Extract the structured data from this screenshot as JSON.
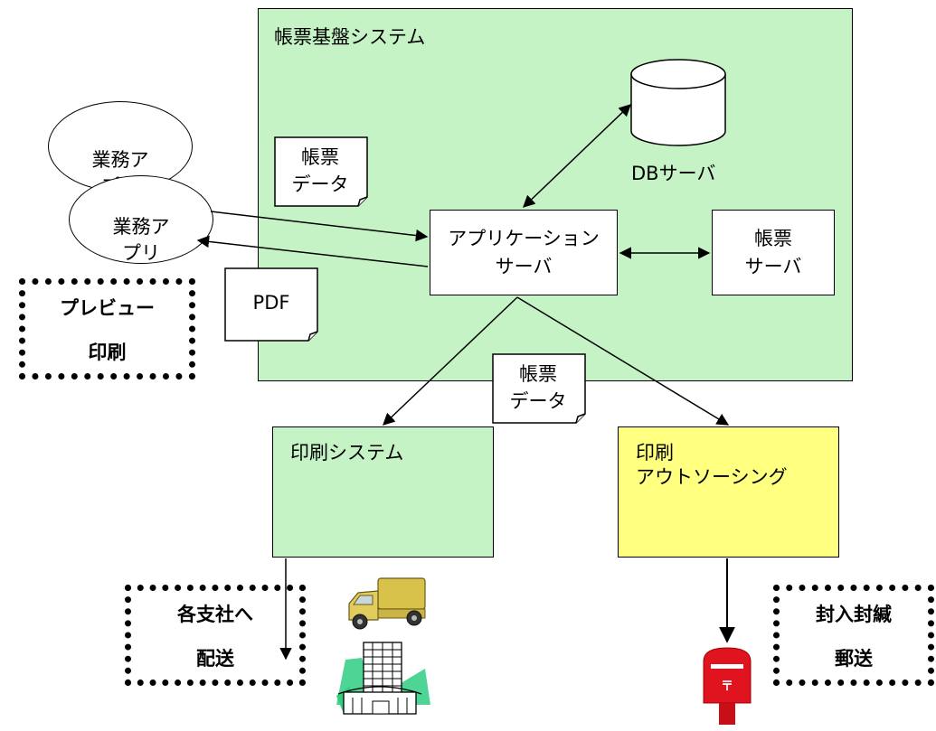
{
  "regions": {
    "platform": "帳票基盤システム",
    "print_system": "印刷システム",
    "outsourcing": "印刷\nアウトソーシング"
  },
  "nodes": {
    "app_back": "業務ア\nプリ",
    "app_front": "業務ア\nプリ",
    "app_server": "アプリケーション\nサーバ",
    "report_server": "帳票\nサーバ",
    "db_label": "DBサーバ"
  },
  "documents": {
    "report_data_1": "帳票\nデータ",
    "pdf": "PDF",
    "report_data_2": "帳票\nデータ"
  },
  "notes": {
    "preview_line1": "プレビュー",
    "preview_line2": "印刷",
    "delivery_line1": "各支社へ",
    "delivery_line2": "配送",
    "mail_line1": "封入封緘",
    "mail_line2": "郵送"
  },
  "icons": [
    "truck-icon",
    "building-icon",
    "mailbox-icon",
    "database-icon"
  ],
  "colors": {
    "green": "#c6f3c6",
    "yellow": "#ffff80",
    "mailbox_red": "#e0141e"
  }
}
